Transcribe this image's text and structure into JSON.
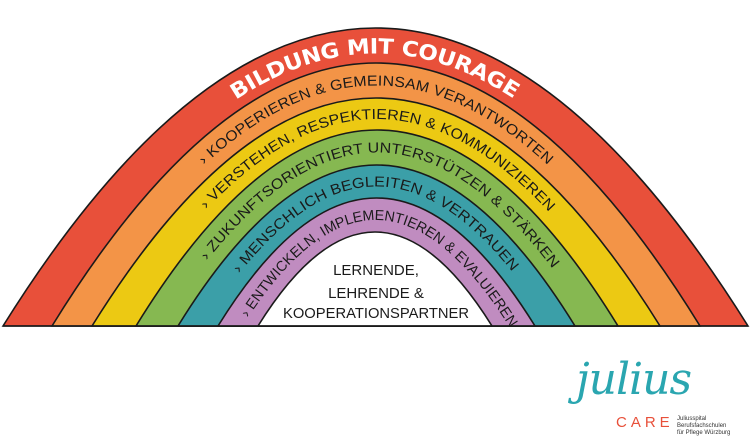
{
  "title": "BILDUNG MIT COURAGE",
  "bands": [
    {
      "label": "› KOOPERIEREN & GEMEINSAM VERANTWORTEN",
      "color": "#f39447"
    },
    {
      "label": "› VERSTEHEN, RESPEKTIEREN & KOMMUNIZIEREN",
      "color": "#ecc913"
    },
    {
      "label": "› ZUKUNFTSORIENTIERT UNTERSTÜTZEN & STÄRKEN",
      "color": "#86b851"
    },
    {
      "label": "› MENSCHLICH BEGLEITEN & VERTRAUEN",
      "color": "#3b9fa8"
    },
    {
      "label": "› ENTWICKELN, IMPLEMENTIEREN & EVALUIEREN",
      "color": "#c08cc0"
    }
  ],
  "title_band_color": "#e8503a",
  "center": {
    "lines": [
      "LERNENDE,",
      "LEHRENDE &",
      "KOOPERATIONSPARTNER"
    ]
  },
  "logo": {
    "script": "julius",
    "care": "CARE",
    "subtitle_line1": "Juliusspital Berufsfachschulen",
    "subtitle_line2": "für Pflege Würzburg",
    "script_color": "#2aa6b0",
    "care_color": "#e8503a"
  }
}
